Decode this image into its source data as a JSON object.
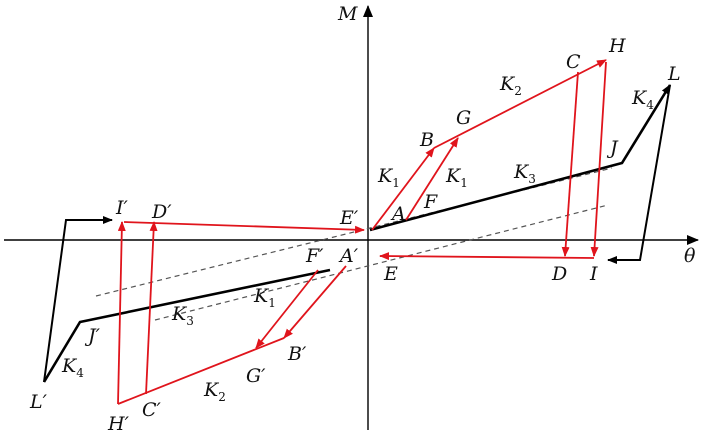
{
  "figure": {
    "axes": {
      "x_label": "θ",
      "y_label": "M"
    },
    "colors": {
      "red": "#e0141c",
      "black": "#000000",
      "dashed": "#555555"
    },
    "point_labels": {
      "A": "A",
      "B": "B",
      "C": "C",
      "D": "D",
      "E": "E",
      "F": "F",
      "G": "G",
      "H": "H",
      "I": "I",
      "J": "J",
      "L": "L",
      "Ap": "A′",
      "Bp": "B′",
      "Cp": "C′",
      "Dp": "D′",
      "Ep": "E′",
      "Fp": "F′",
      "Gp": "G′",
      "Hp": "H′",
      "Ip": "I′",
      "Jp": "J′",
      "Lp": "L′"
    },
    "stiffness_labels": {
      "K1_main": "K",
      "K1_main_sub": "1",
      "K1_inner": "K",
      "K1_inner_sub": "1",
      "K2": "K",
      "K2_sub": "2",
      "K3": "K",
      "K3_sub": "3",
      "K4": "K",
      "K4_sub": "4",
      "K1_neg": "K",
      "K1_neg_sub": "1",
      "K2_neg": "K",
      "K2_neg_sub": "2",
      "K3_neg": "K",
      "K3_neg_sub": "3",
      "K4_neg": "K",
      "K4_neg_sub": "4"
    }
  }
}
